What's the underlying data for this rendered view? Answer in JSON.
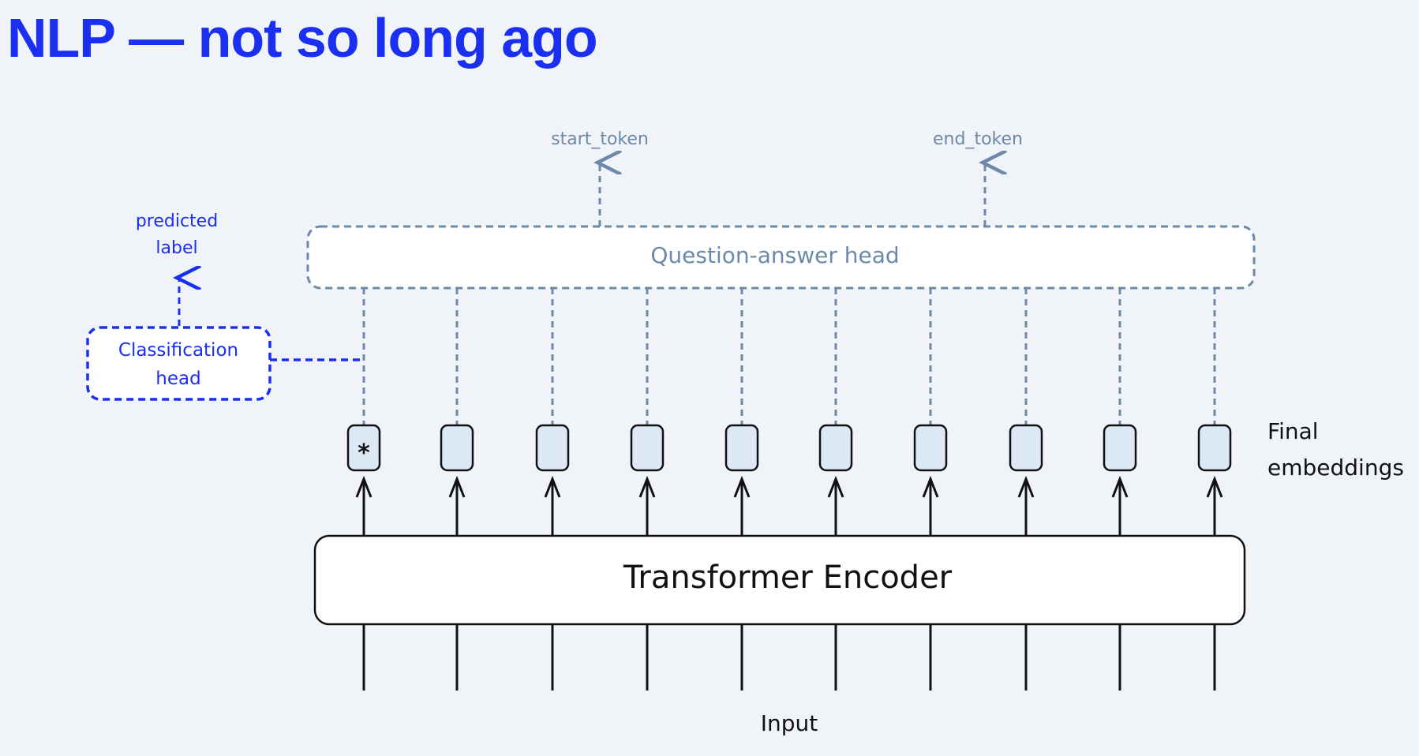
{
  "title": "NLP — not so long ago",
  "diagram": {
    "outputs": {
      "start": "start_token",
      "end": "end_token"
    },
    "qa_head": "Question-answer head",
    "predicted_label": [
      "predicted",
      "label"
    ],
    "classification_head": [
      "Classification",
      "head"
    ],
    "cls_marker": "*",
    "final_embeddings": [
      "Final",
      "embeddings"
    ],
    "encoder": "Transformer Encoder",
    "input": "Input",
    "token_count": 10,
    "colors": {
      "title": "#1a2ff0",
      "qa": "#6d89aa",
      "classification": "#1a2ff0",
      "embedding_fill": "#dde8f6",
      "background": "#f0f4f8"
    }
  }
}
